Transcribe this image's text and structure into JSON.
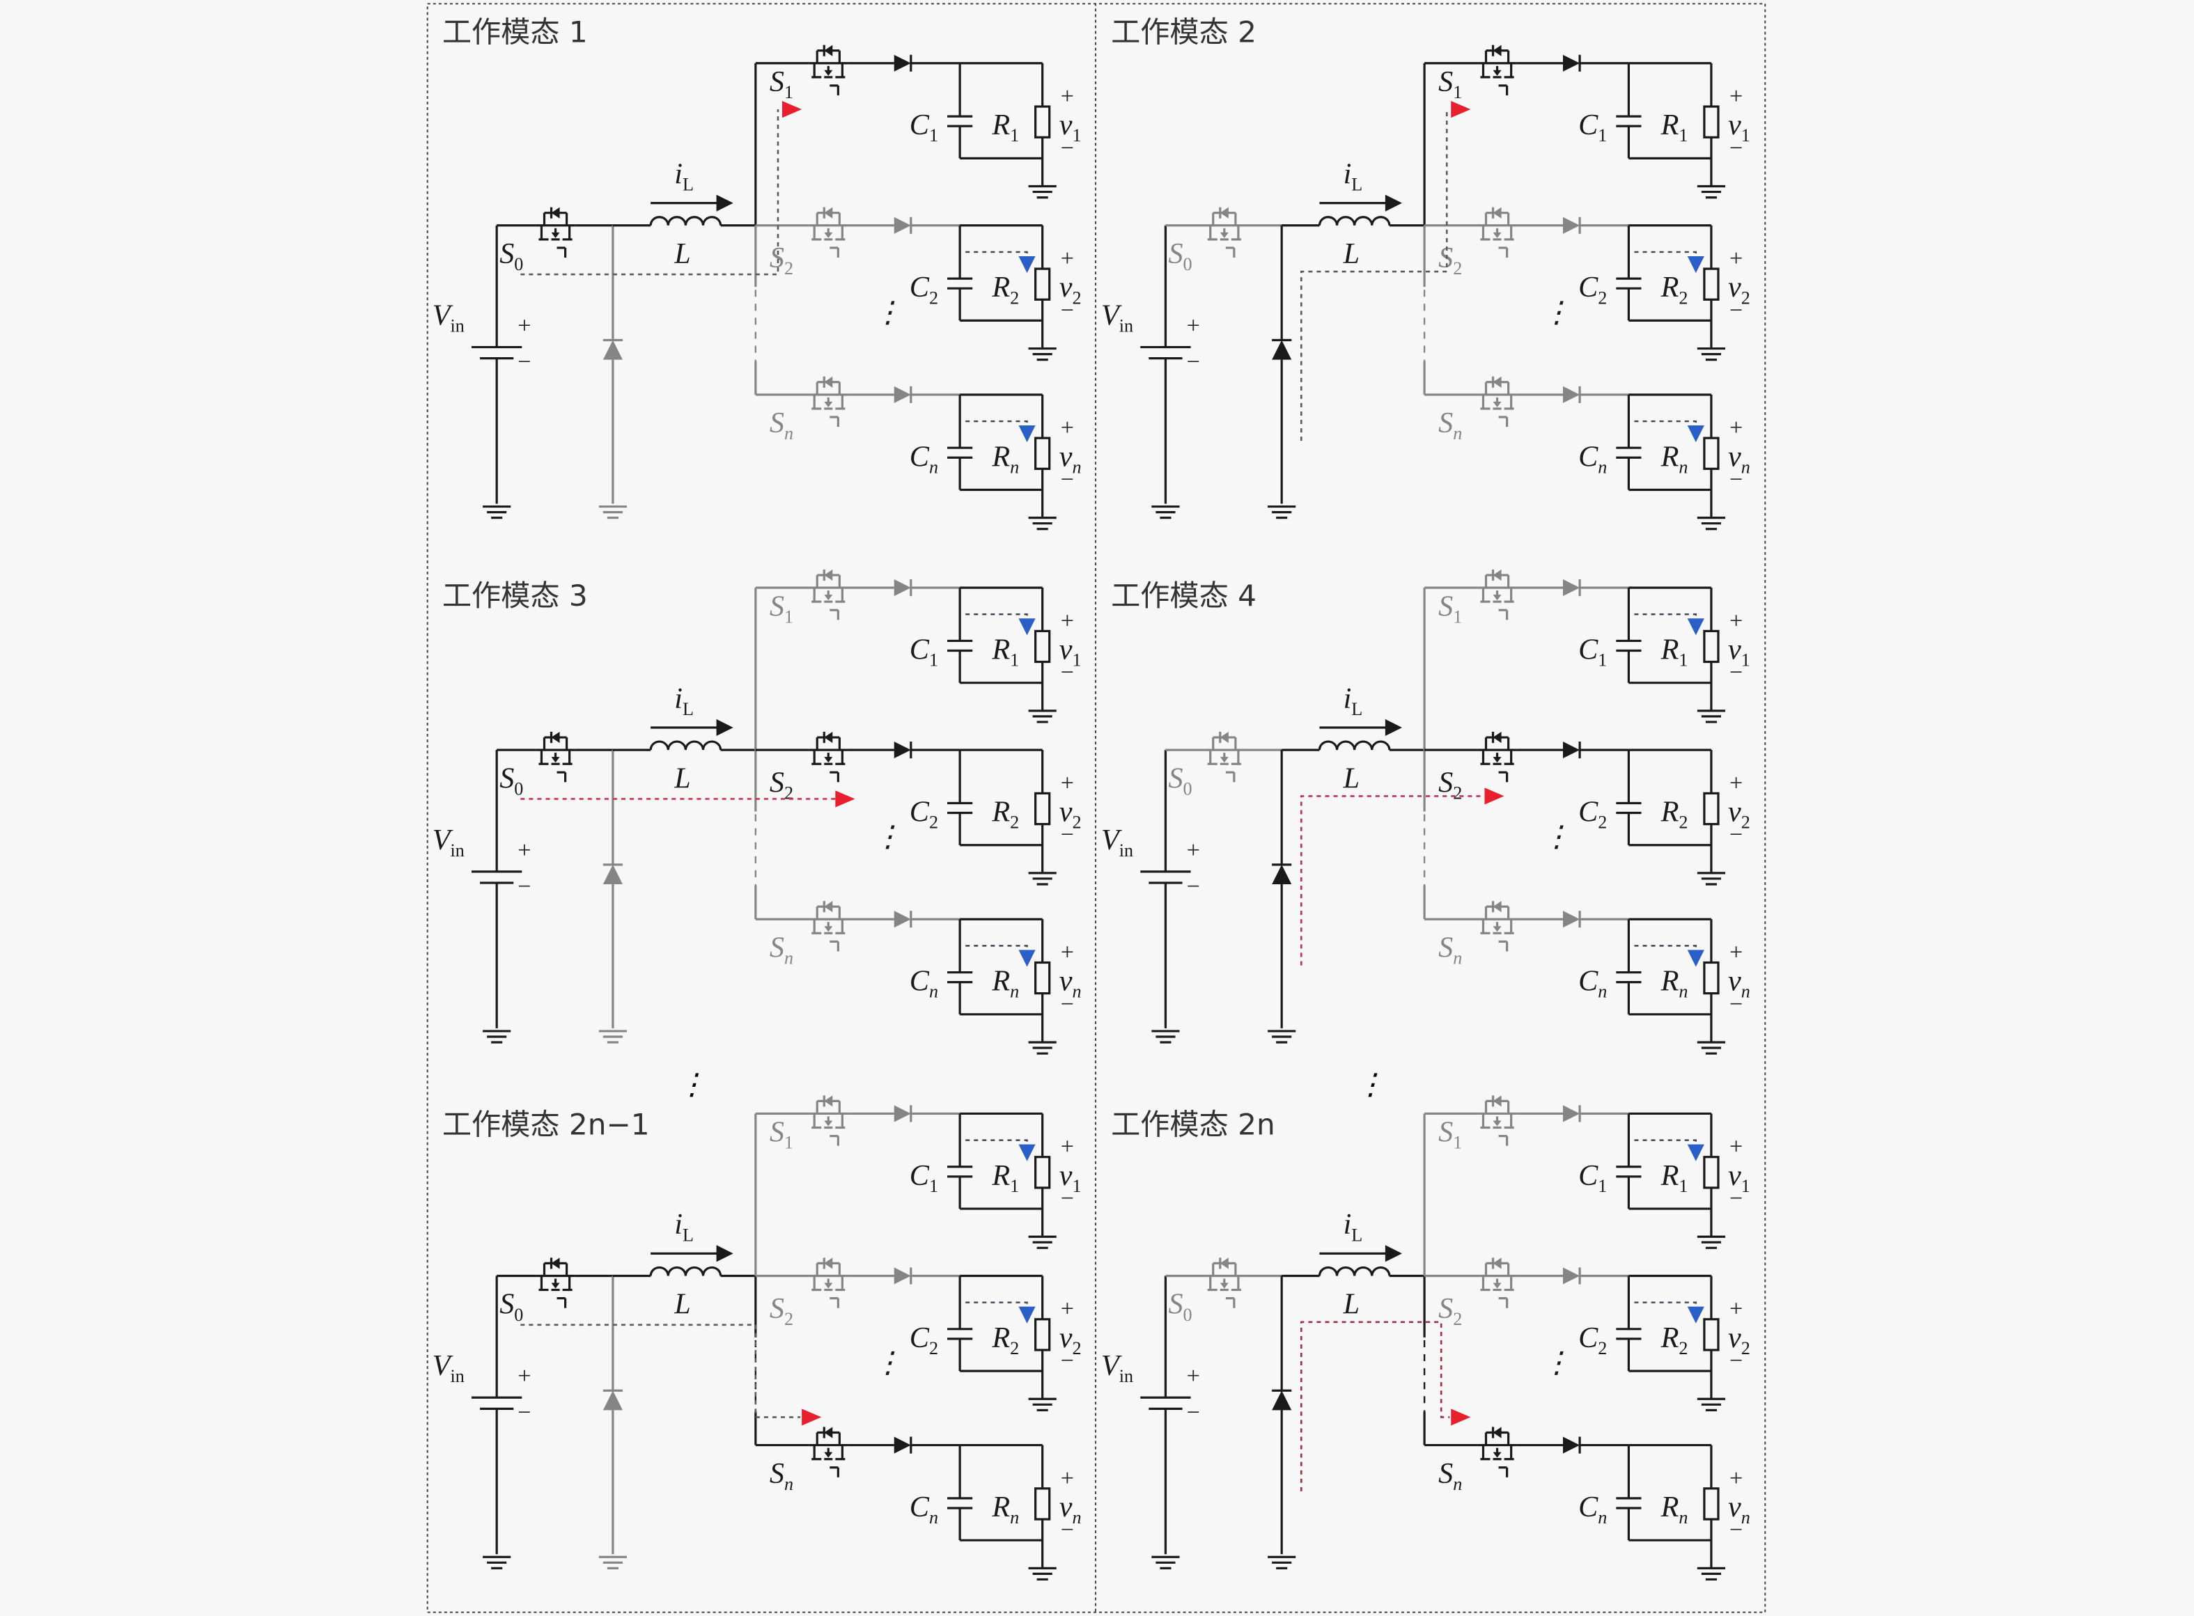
{
  "figure": {
    "ellipsis": "⋮",
    "panels": [
      {
        "title": "工作模态 1",
        "source": "S0",
        "active_branch": "1",
        "blue_loads": [
          "2",
          "n"
        ],
        "path_color": "#5a5a5a"
      },
      {
        "title": "工作模态 2",
        "source": "diode",
        "active_branch": "1",
        "blue_loads": [
          "2",
          "n"
        ],
        "path_color": "#5a5a5a"
      },
      {
        "title": "工作模态 3",
        "source": "S0",
        "active_branch": "2",
        "blue_loads": [
          "1",
          "n"
        ],
        "path_color": "#d23048"
      },
      {
        "title": "工作模态 4",
        "source": "diode",
        "active_branch": "2",
        "blue_loads": [
          "1",
          "n"
        ],
        "path_color": "#c03050"
      },
      {
        "title": "工作模态 2n−1",
        "source": "S0",
        "active_branch": "n",
        "blue_loads": [
          "1",
          "2"
        ],
        "path_color": "#5a5a5a"
      },
      {
        "title": "工作模态 2n",
        "source": "diode",
        "active_branch": "n",
        "blue_loads": [
          "1",
          "2"
        ],
        "path_color": "#a03040"
      }
    ]
  },
  "labels": {
    "S0": {
      "main": "S",
      "sub": "0"
    },
    "S1": {
      "main": "S",
      "sub": "1"
    },
    "S2": {
      "main": "S",
      "sub": "2"
    },
    "Sn": {
      "main": "S",
      "sub": "n"
    },
    "L": {
      "main": "L",
      "sub": ""
    },
    "iL": {
      "main": "i",
      "sub": "L"
    },
    "Vin": {
      "main": "V",
      "sub": "in"
    },
    "C1": {
      "main": "C",
      "sub": "1"
    },
    "C2": {
      "main": "C",
      "sub": "2"
    },
    "Cn": {
      "main": "C",
      "sub": "n"
    },
    "R1": {
      "main": "R",
      "sub": "1"
    },
    "R2": {
      "main": "R",
      "sub": "2"
    },
    "Rn": {
      "main": "R",
      "sub": "n"
    },
    "v1": {
      "main": "v",
      "sub": "1"
    },
    "v2": {
      "main": "v",
      "sub": "2"
    },
    "vn": {
      "main": "v",
      "sub": "n"
    },
    "plus": "+",
    "minus": "−"
  },
  "colors": {
    "active": "#1a1a1a",
    "inactive": "#858585",
    "red_arrow": "#e8202e",
    "blue_arrow": "#2a5fc8"
  }
}
